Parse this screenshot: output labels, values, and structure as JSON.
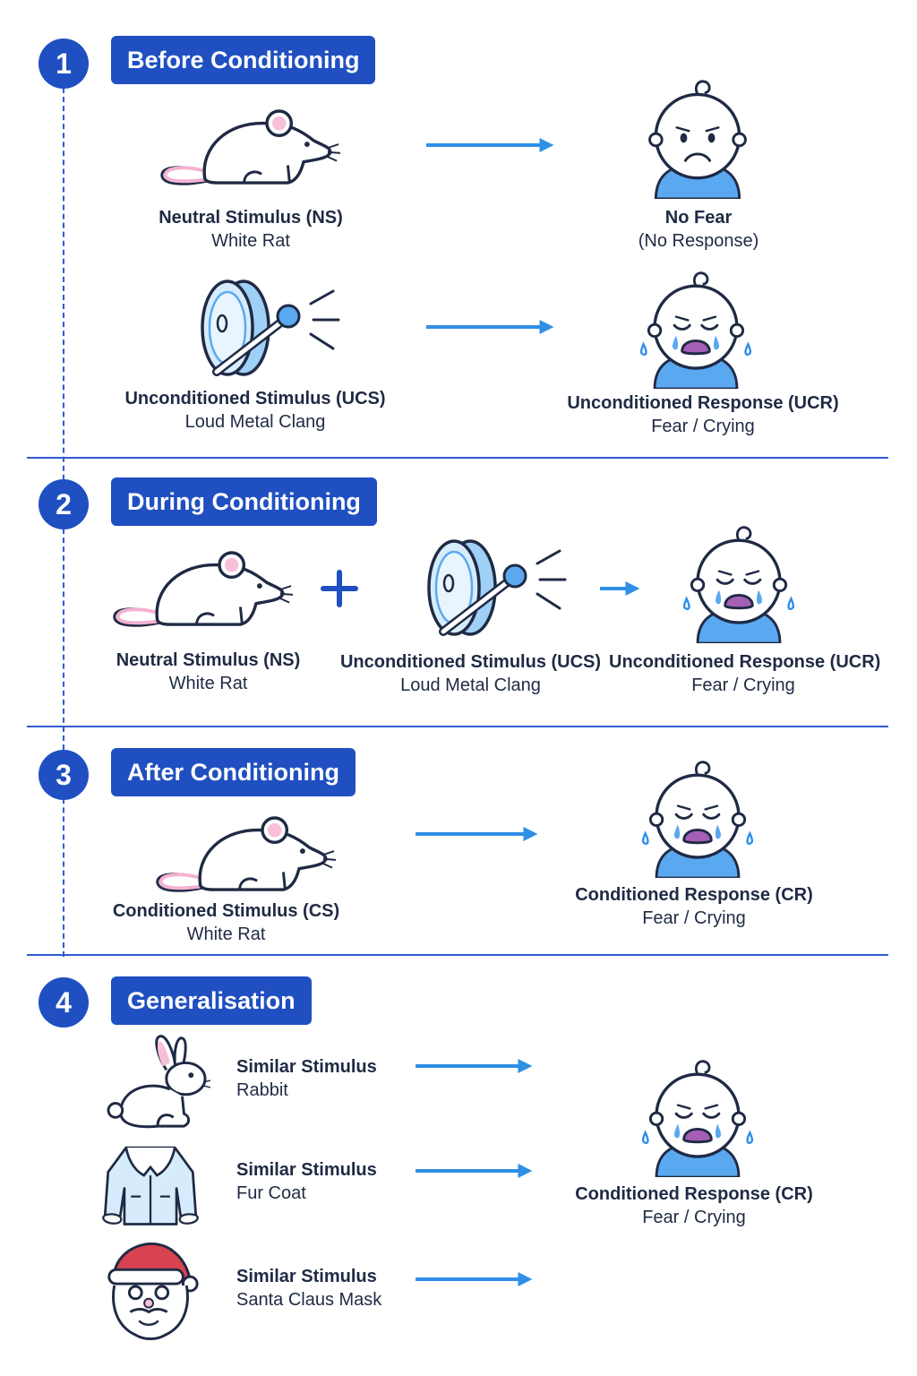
{
  "stages": [
    {
      "number": "1",
      "title": "Before Conditioning"
    },
    {
      "number": "2",
      "title": "During Conditioning"
    },
    {
      "number": "3",
      "title": "After Conditioning"
    },
    {
      "number": "4",
      "title": "Generalisation"
    }
  ],
  "before": {
    "ns": {
      "title": "Neutral Stimulus (NS)",
      "sub": "White Rat"
    },
    "no_fear": {
      "title": "No Fear",
      "sub": "(No Response)"
    },
    "ucs": {
      "title": "Unconditioned Stimulus (UCS)",
      "sub": "Loud Metal Clang"
    },
    "ucr": {
      "title": "Unconditioned Response (UCR)",
      "sub": "Fear / Crying"
    }
  },
  "during": {
    "ns": {
      "title": "Neutral Stimulus (NS)",
      "sub": "White Rat"
    },
    "ucs": {
      "title": "Unconditioned Stimulus (UCS)",
      "sub": "Loud Metal Clang"
    },
    "ucr": {
      "title": "Unconditioned Response (UCR)",
      "sub": "Fear / Crying"
    }
  },
  "after": {
    "cs": {
      "title": "Conditioned Stimulus (CS)",
      "sub": "White Rat"
    },
    "cr": {
      "title": "Conditioned Response (CR)",
      "sub": "Fear / Crying"
    }
  },
  "generalisation": {
    "items": [
      {
        "title": "Similar Stimulus",
        "sub": "Rabbit"
      },
      {
        "title": "Similar Stimulus",
        "sub": "Fur Coat"
      },
      {
        "title": "Similar Stimulus",
        "sub": "Santa Claus Mask"
      }
    ],
    "cr": {
      "title": "Conditioned Response (CR)",
      "sub": "Fear / Crying"
    }
  },
  "icons": [
    "rat-icon",
    "gong-icon",
    "sad-baby-icon",
    "crying-baby-icon",
    "plus-icon",
    "rabbit-icon",
    "fur-coat-icon",
    "santa-mask-icon",
    "arrow-icon"
  ],
  "colors": {
    "primary": "#1f4fc1",
    "arrow": "#2f8fe6",
    "accent_light": "#5aa9f0",
    "line": "#2f5bd0"
  }
}
